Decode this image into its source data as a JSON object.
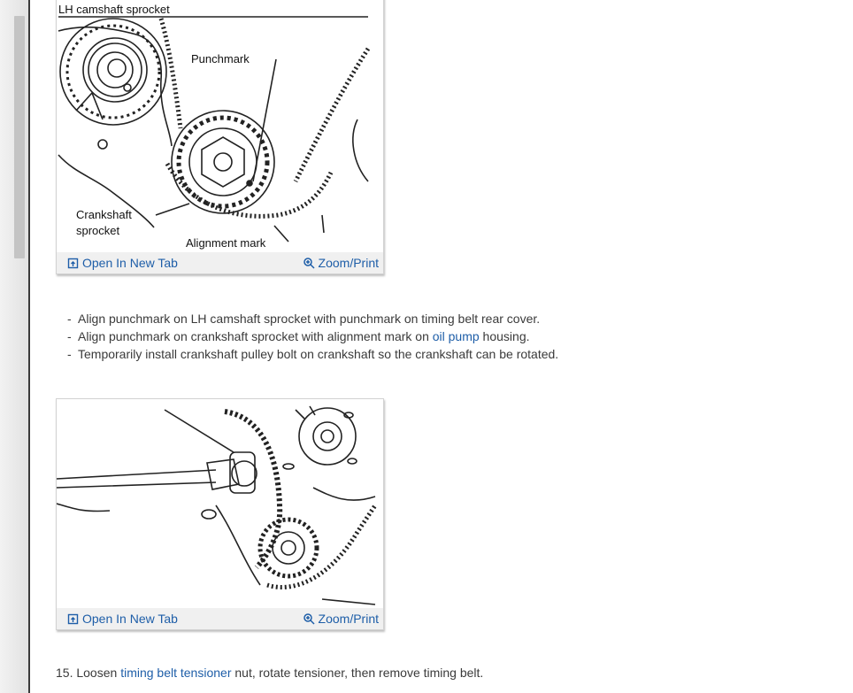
{
  "figure1": {
    "labels": {
      "lh_camshaft": "LH camshaft sprocket",
      "punchmark": "Punchmark",
      "crankshaft_line1": "Crankshaft",
      "crankshaft_line2": "sprocket",
      "alignment": "Alignment mark"
    },
    "open_tab_label": "Open In New Tab",
    "zoom_label": "Zoom/Print"
  },
  "bullets": [
    "Align punchmark on LH camshaft sprocket with punchmark on timing belt rear cover.",
    {
      "pre": "Align punchmark on crankshaft sprocket with alignment mark on ",
      "link": "oil pump",
      "post": " housing."
    },
    "Temporarily install crankshaft pulley bolt on crankshaft so the crankshaft can be rotated."
  ],
  "figure2": {
    "open_tab_label": "Open In New Tab",
    "zoom_label": "Zoom/Print"
  },
  "step15": {
    "number": "15.",
    "pre": "Loosen ",
    "link": "timing belt tensioner",
    "post": " nut, rotate tensioner, then remove timing belt."
  },
  "colors": {
    "link": "#1e5ea8",
    "text": "#3a3a3a",
    "bar_bg": "#f0f0f0"
  },
  "icons": [
    "open-new-tab-icon",
    "zoom-icon"
  ]
}
